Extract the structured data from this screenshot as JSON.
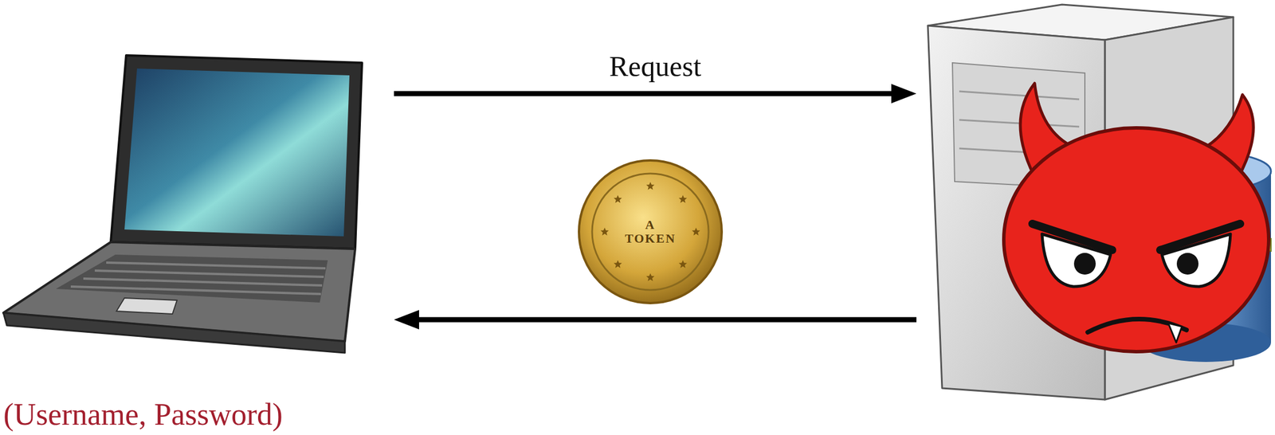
{
  "diagram": {
    "nodes": [
      {
        "text": [
          "(Username, Password)"
        ]
      },
      {
        "text": []
      }
    ],
    "edges": [
      {
        "from": 0,
        "to": 1,
        "arrow": "to",
        "label": "Request"
      },
      {
        "from": 1,
        "to": 0,
        "arrow": "to"
      }
    ],
    "labels": [
      "A TOKEN"
    ]
  }
}
